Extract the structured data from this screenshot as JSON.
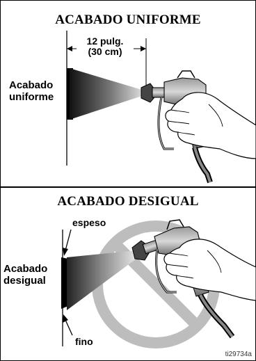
{
  "top_panel": {
    "title": "ACABADO UNIFORME",
    "distance_line1": "12 pulg.",
    "distance_line2": "(30 cm)",
    "finish_label_line1": "Acabado",
    "finish_label_line2": "uniforme"
  },
  "bottom_panel": {
    "title": "ACABADO DESIGUAL",
    "thick_label": "espeso",
    "thin_label": "fino",
    "finish_label_line1": "Acabado",
    "finish_label_line2": "desigual"
  },
  "figure_ref": "ti29734a"
}
